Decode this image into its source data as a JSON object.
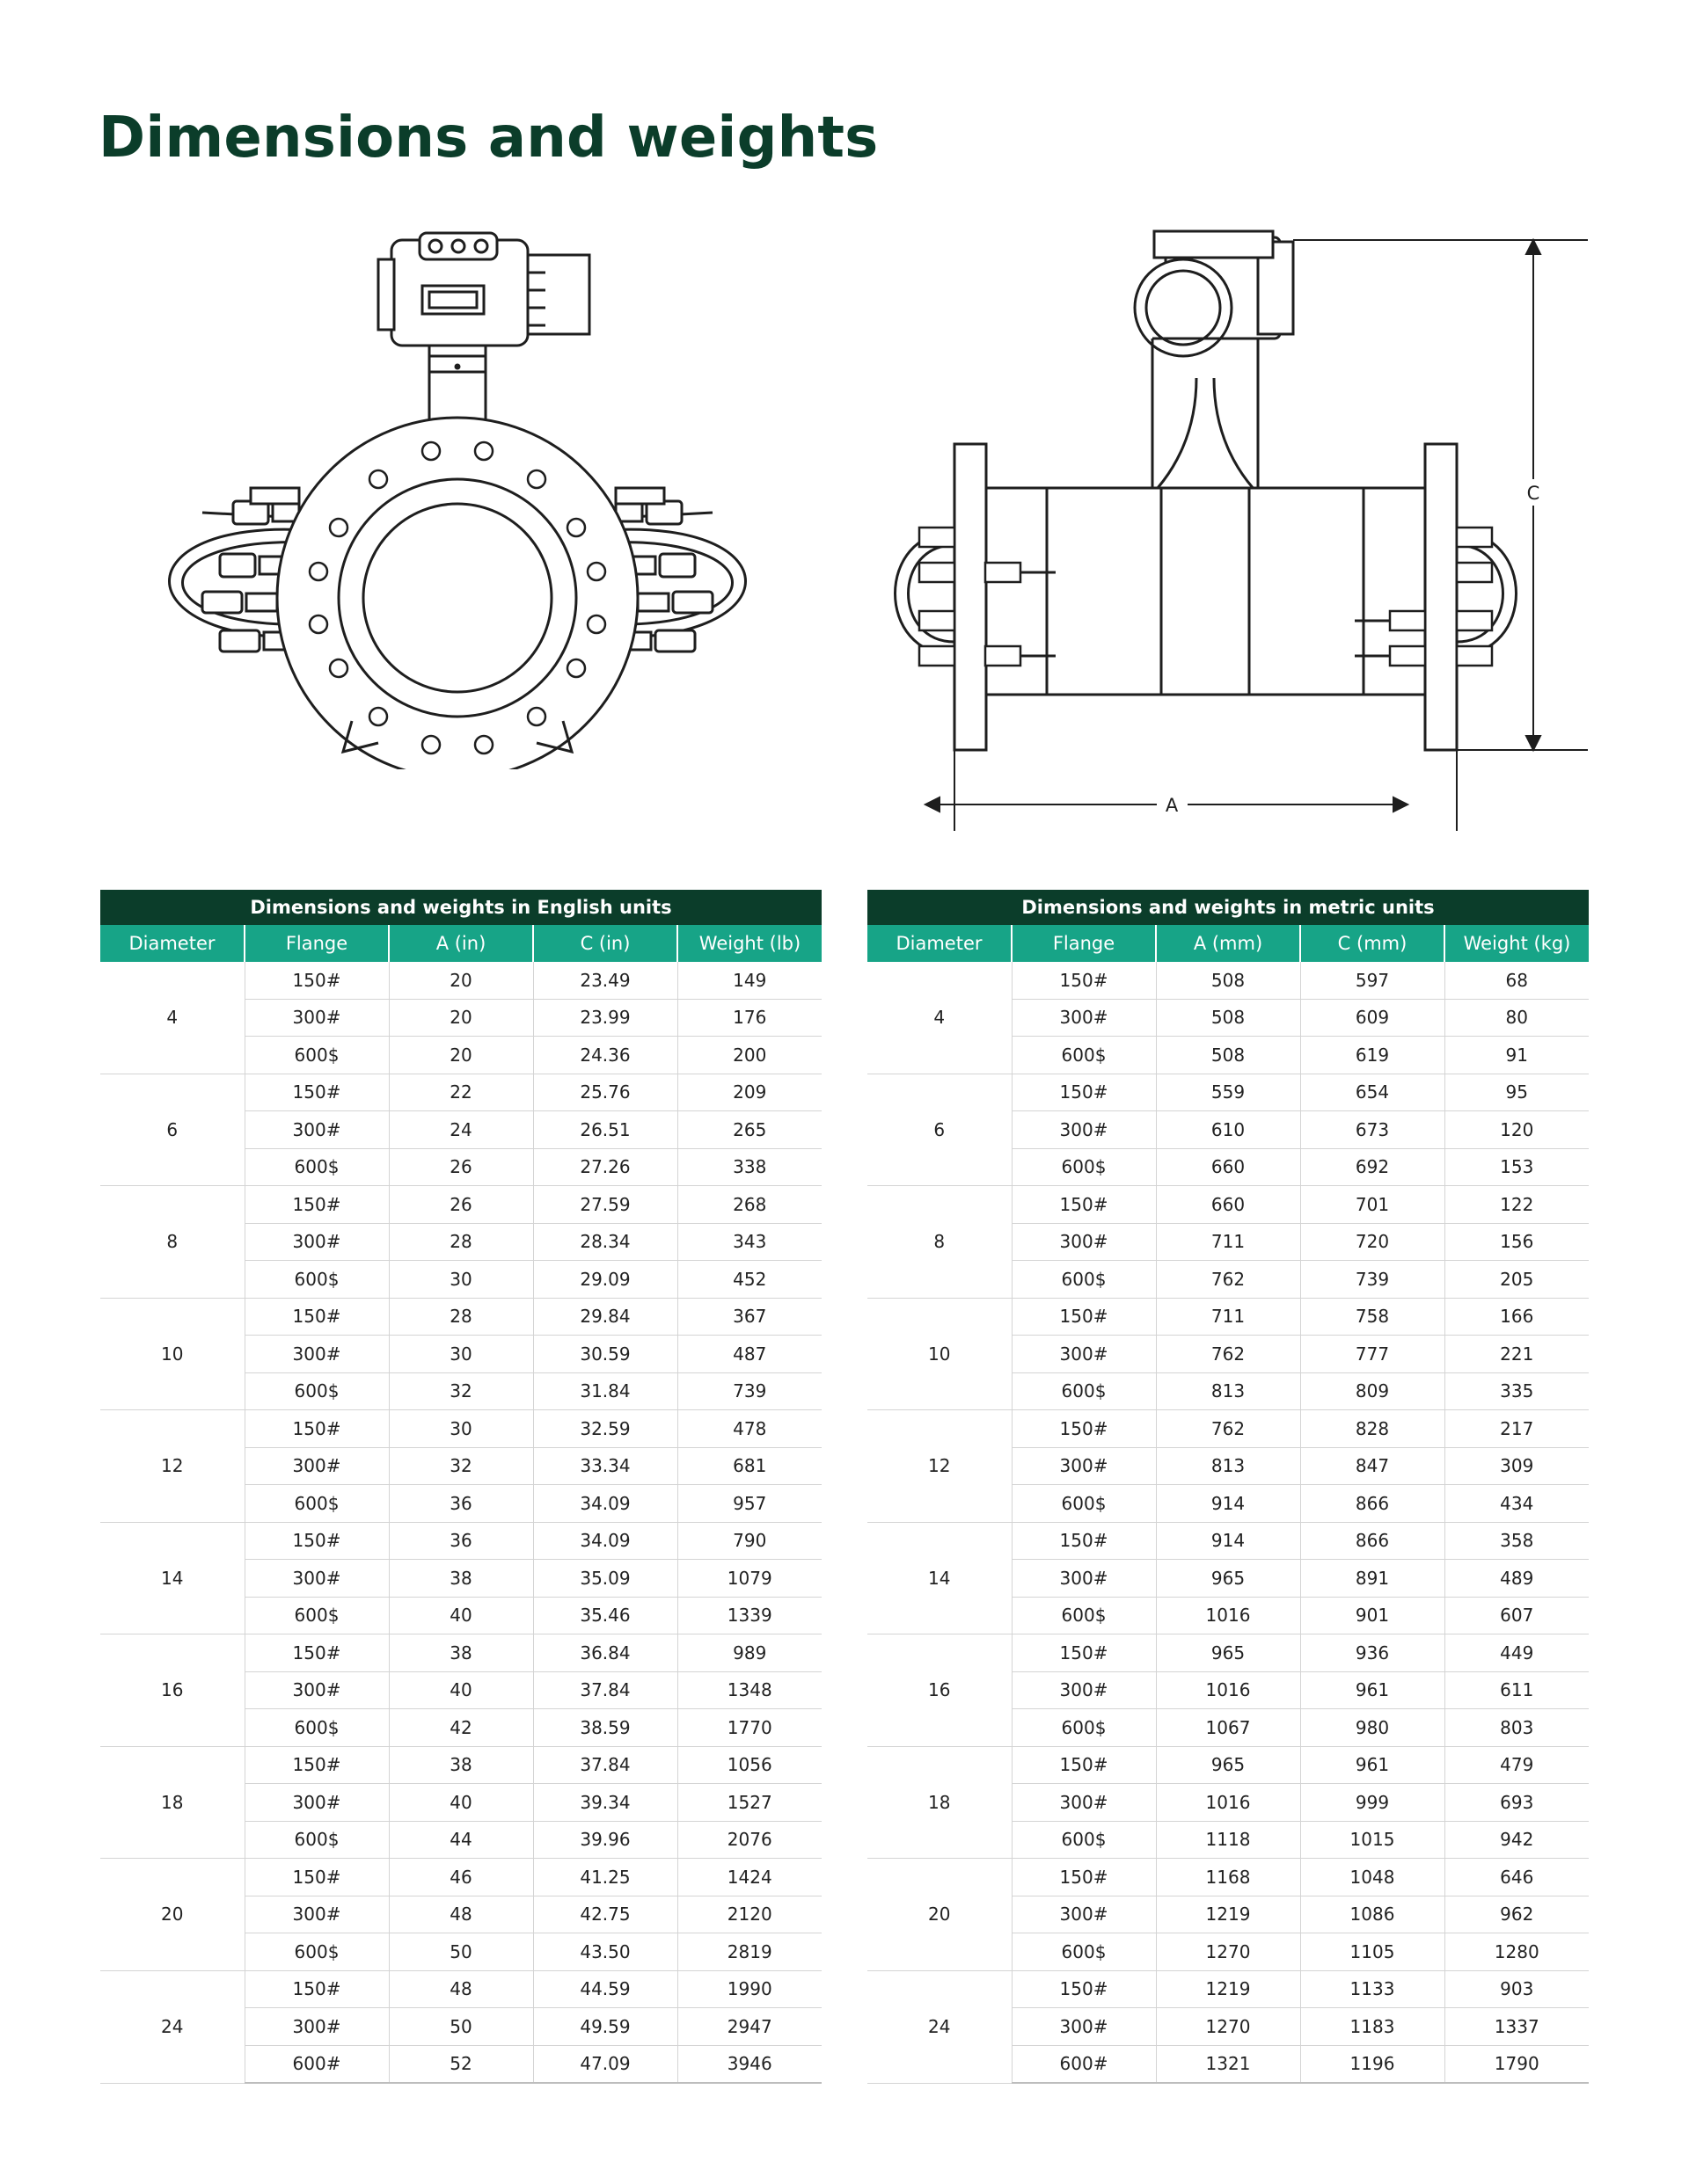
{
  "page": {
    "title": "Dimensions and weights"
  },
  "figures": {
    "side_view": {
      "dimension_A": "A",
      "dimension_C": "C"
    }
  },
  "tables": {
    "english": {
      "caption": "Dimensions and weights in English units",
      "headers": [
        "Diameter",
        "Flange",
        "A (in)",
        "C (in)",
        "Weight (lb)"
      ],
      "groups": [
        {
          "diameter": "4",
          "rows": [
            [
              "150#",
              "20",
              "23.49",
              "149"
            ],
            [
              "300#",
              "20",
              "23.99",
              "176"
            ],
            [
              "600$",
              "20",
              "24.36",
              "200"
            ]
          ]
        },
        {
          "diameter": "6",
          "rows": [
            [
              "150#",
              "22",
              "25.76",
              "209"
            ],
            [
              "300#",
              "24",
              "26.51",
              "265"
            ],
            [
              "600$",
              "26",
              "27.26",
              "338"
            ]
          ]
        },
        {
          "diameter": "8",
          "rows": [
            [
              "150#",
              "26",
              "27.59",
              "268"
            ],
            [
              "300#",
              "28",
              "28.34",
              "343"
            ],
            [
              "600$",
              "30",
              "29.09",
              "452"
            ]
          ]
        },
        {
          "diameter": "10",
          "rows": [
            [
              "150#",
              "28",
              "29.84",
              "367"
            ],
            [
              "300#",
              "30",
              "30.59",
              "487"
            ],
            [
              "600$",
              "32",
              "31.84",
              "739"
            ]
          ]
        },
        {
          "diameter": "12",
          "rows": [
            [
              "150#",
              "30",
              "32.59",
              "478"
            ],
            [
              "300#",
              "32",
              "33.34",
              "681"
            ],
            [
              "600$",
              "36",
              "34.09",
              "957"
            ]
          ]
        },
        {
          "diameter": "14",
          "rows": [
            [
              "150#",
              "36",
              "34.09",
              "790"
            ],
            [
              "300#",
              "38",
              "35.09",
              "1079"
            ],
            [
              "600$",
              "40",
              "35.46",
              "1339"
            ]
          ]
        },
        {
          "diameter": "16",
          "rows": [
            [
              "150#",
              "38",
              "36.84",
              "989"
            ],
            [
              "300#",
              "40",
              "37.84",
              "1348"
            ],
            [
              "600$",
              "42",
              "38.59",
              "1770"
            ]
          ]
        },
        {
          "diameter": "18",
          "rows": [
            [
              "150#",
              "38",
              "37.84",
              "1056"
            ],
            [
              "300#",
              "40",
              "39.34",
              "1527"
            ],
            [
              "600$",
              "44",
              "39.96",
              "2076"
            ]
          ]
        },
        {
          "diameter": "20",
          "rows": [
            [
              "150#",
              "46",
              "41.25",
              "1424"
            ],
            [
              "300#",
              "48",
              "42.75",
              "2120"
            ],
            [
              "600$",
              "50",
              "43.50",
              "2819"
            ]
          ]
        },
        {
          "diameter": "24",
          "rows": [
            [
              "150#",
              "48",
              "44.59",
              "1990"
            ],
            [
              "300#",
              "50",
              "49.59",
              "2947"
            ],
            [
              "600#",
              "52",
              "47.09",
              "3946"
            ]
          ]
        }
      ]
    },
    "metric": {
      "caption": "Dimensions and weights in metric units",
      "headers": [
        "Diameter",
        "Flange",
        "A (mm)",
        "C (mm)",
        "Weight (kg)"
      ],
      "groups": [
        {
          "diameter": "4",
          "rows": [
            [
              "150#",
              "508",
              "597",
              "68"
            ],
            [
              "300#",
              "508",
              "609",
              "80"
            ],
            [
              "600$",
              "508",
              "619",
              "91"
            ]
          ]
        },
        {
          "diameter": "6",
          "rows": [
            [
              "150#",
              "559",
              "654",
              "95"
            ],
            [
              "300#",
              "610",
              "673",
              "120"
            ],
            [
              "600$",
              "660",
              "692",
              "153"
            ]
          ]
        },
        {
          "diameter": "8",
          "rows": [
            [
              "150#",
              "660",
              "701",
              "122"
            ],
            [
              "300#",
              "711",
              "720",
              "156"
            ],
            [
              "600$",
              "762",
              "739",
              "205"
            ]
          ]
        },
        {
          "diameter": "10",
          "rows": [
            [
              "150#",
              "711",
              "758",
              "166"
            ],
            [
              "300#",
              "762",
              "777",
              "221"
            ],
            [
              "600$",
              "813",
              "809",
              "335"
            ]
          ]
        },
        {
          "diameter": "12",
          "rows": [
            [
              "150#",
              "762",
              "828",
              "217"
            ],
            [
              "300#",
              "813",
              "847",
              "309"
            ],
            [
              "600$",
              "914",
              "866",
              "434"
            ]
          ]
        },
        {
          "diameter": "14",
          "rows": [
            [
              "150#",
              "914",
              "866",
              "358"
            ],
            [
              "300#",
              "965",
              "891",
              "489"
            ],
            [
              "600$",
              "1016",
              "901",
              "607"
            ]
          ]
        },
        {
          "diameter": "16",
          "rows": [
            [
              "150#",
              "965",
              "936",
              "449"
            ],
            [
              "300#",
              "1016",
              "961",
              "611"
            ],
            [
              "600$",
              "1067",
              "980",
              "803"
            ]
          ]
        },
        {
          "diameter": "18",
          "rows": [
            [
              "150#",
              "965",
              "961",
              "479"
            ],
            [
              "300#",
              "1016",
              "999",
              "693"
            ],
            [
              "600$",
              "1118",
              "1015",
              "942"
            ]
          ]
        },
        {
          "diameter": "20",
          "rows": [
            [
              "150#",
              "1168",
              "1048",
              "646"
            ],
            [
              "300#",
              "1219",
              "1086",
              "962"
            ],
            [
              "600$",
              "1270",
              "1105",
              "1280"
            ]
          ]
        },
        {
          "diameter": "24",
          "rows": [
            [
              "150#",
              "1219",
              "1133",
              "903"
            ],
            [
              "300#",
              "1270",
              "1183",
              "1337"
            ],
            [
              "600#",
              "1321",
              "1196",
              "1790"
            ]
          ]
        }
      ]
    }
  }
}
